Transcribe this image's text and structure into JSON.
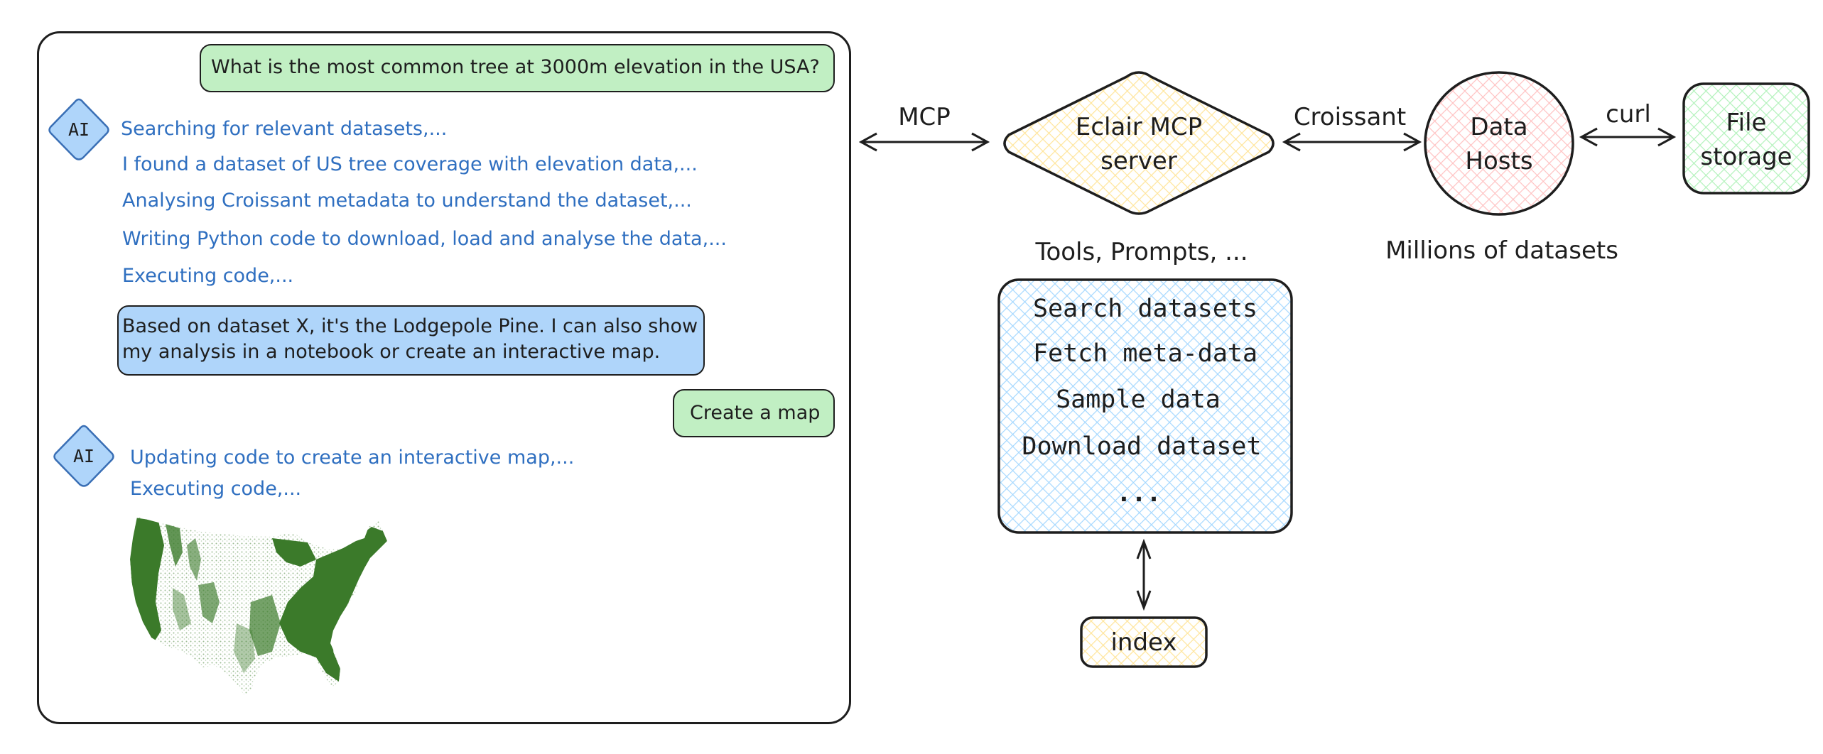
{
  "chat": {
    "question": "What is the most common tree at 3000m elevation in the USA?",
    "ai_badge_label": "AI",
    "ai_steps_1": [
      "Searching for relevant datasets,...",
      "I found a dataset of US tree coverage with elevation data,...",
      "Analysing Croissant metadata to understand the dataset,...",
      "Writing Python code to download, load and analyse the data,...",
      "Executing code,..."
    ],
    "answer_lines": [
      "Based on dataset X, it's the Lodgepole Pine. I can also show",
      "my analysis in a notebook or create an interactive map."
    ],
    "followup": "Create a map",
    "ai_steps_2": [
      "Updating code to create an interactive map,...",
      "Executing code,..."
    ],
    "map_image": "us-tree-coverage-map"
  },
  "diagram": {
    "edges": {
      "mcp": "MCP",
      "croissant": "Croissant",
      "curl": "curl"
    },
    "nodes": {
      "server": [
        "Eclair MCP",
        "server"
      ],
      "hosts": [
        "Data",
        "Hosts"
      ],
      "storage": [
        "File",
        "storage"
      ],
      "index": "index"
    },
    "tools_caption": "Tools, Prompts, ...",
    "hosts_caption": "Millions of datasets",
    "tools": [
      "Search datasets",
      "Fetch meta-data",
      "Sample data",
      "Download dataset",
      "..."
    ]
  },
  "colors": {
    "user_bubble": "#c1efc3",
    "ai_bubble": "#afd5fa",
    "ai_text": "#2f6fc0",
    "server_fill": "#ffe9a0",
    "hosts_fill": "#ffc9c9",
    "storage_fill": "#b2f2bb",
    "tools_fill": "#a5d8ff",
    "index_fill": "#ffe9a0",
    "map_green": "#3b7a2a"
  }
}
